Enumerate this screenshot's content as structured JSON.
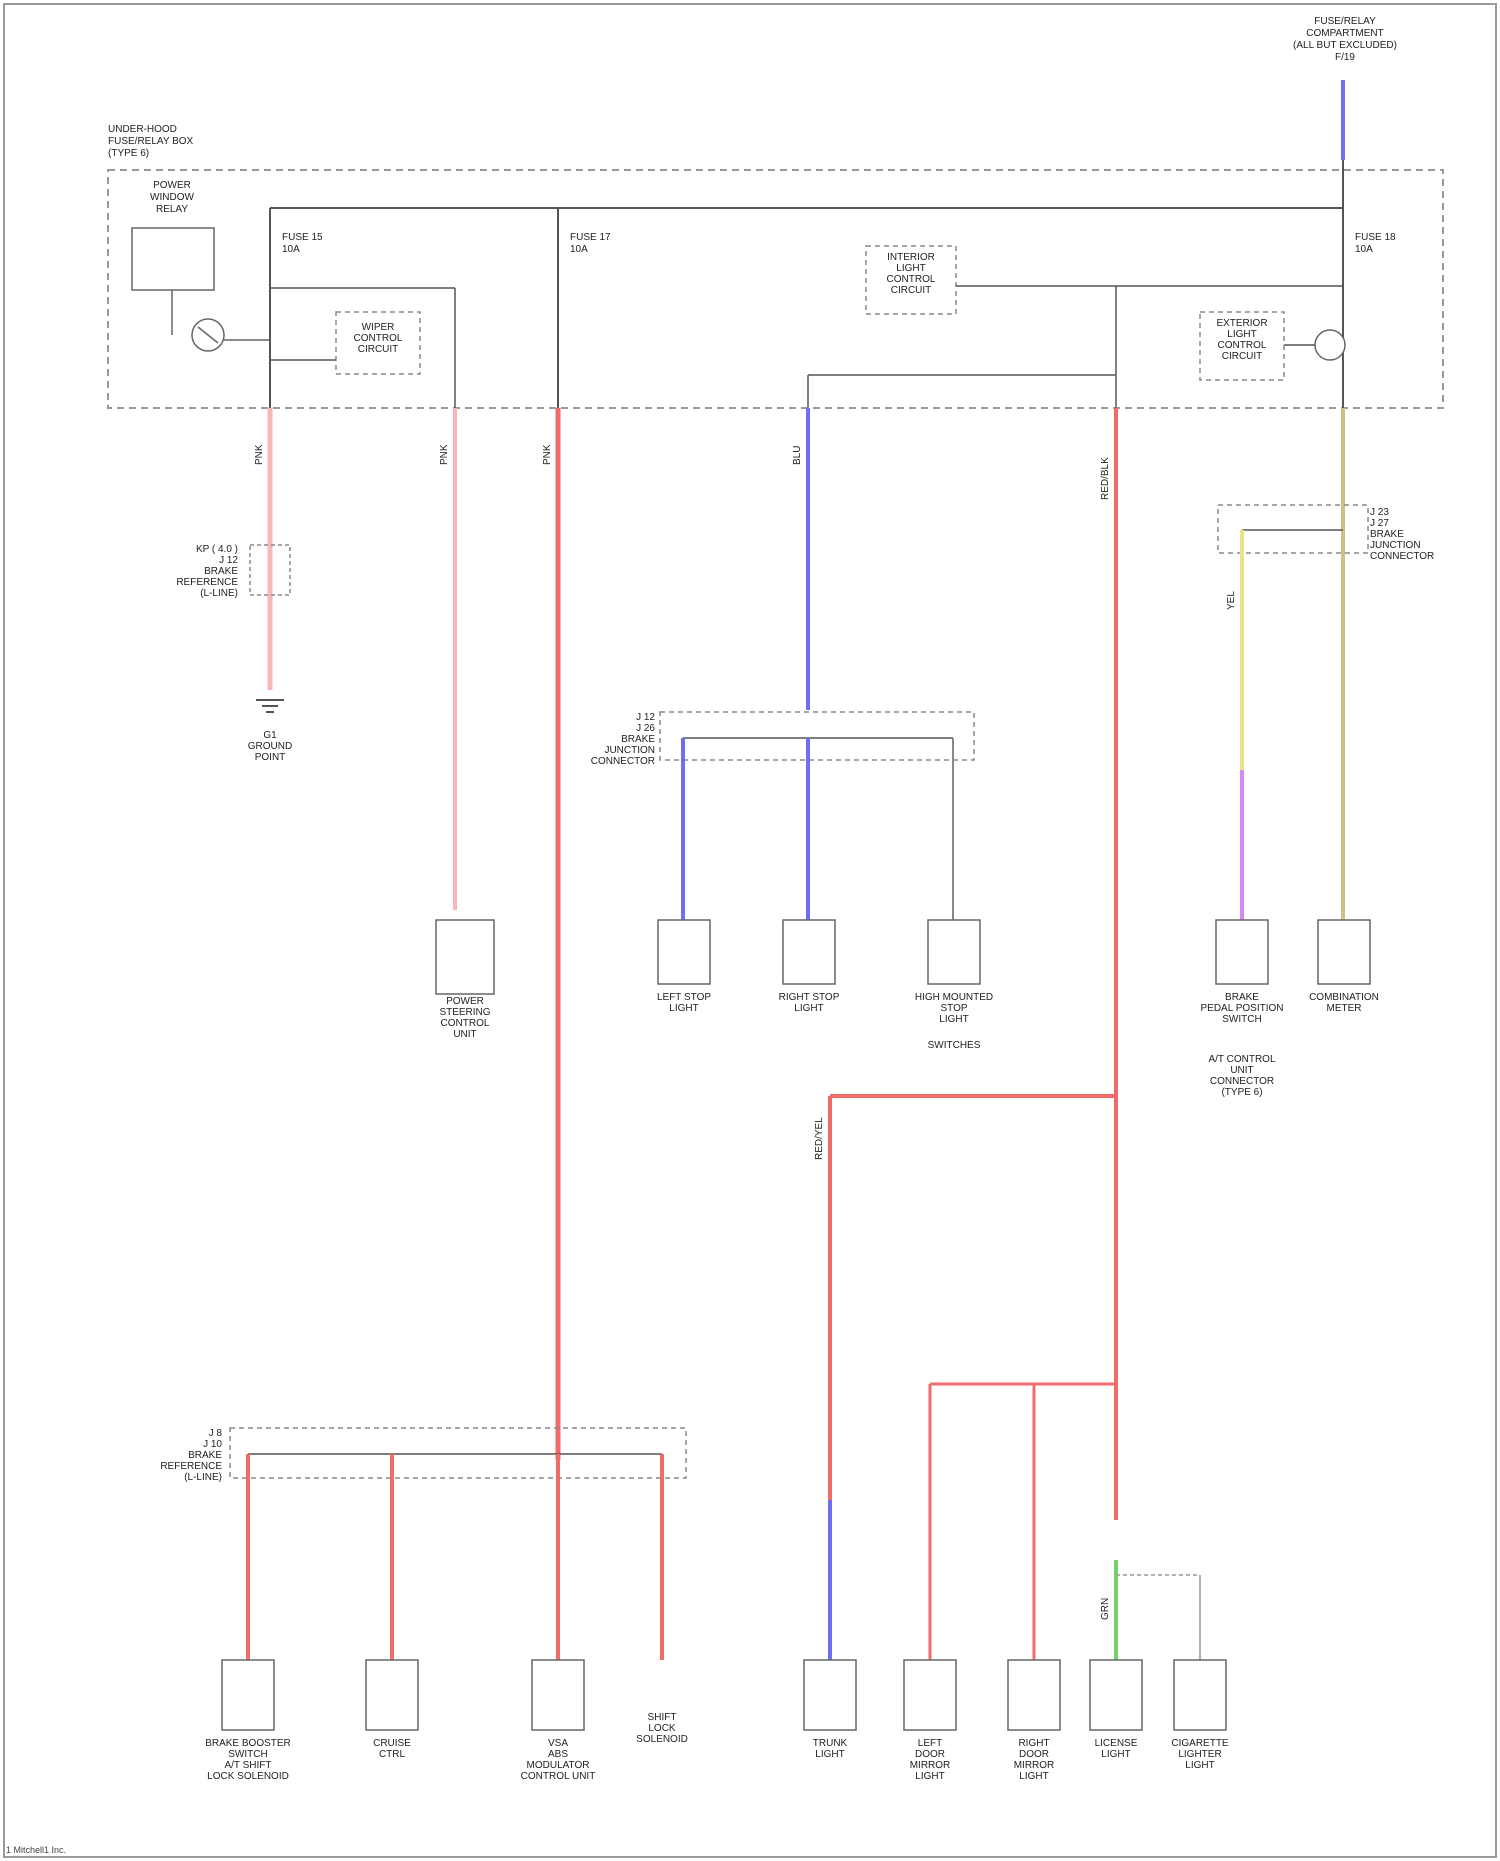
{
  "colors": {
    "background": "#ffffff",
    "frame": "#999999",
    "dashed_box": "#9a9a9a",
    "wire_default": "#555555",
    "wire_red": "#f26b6b",
    "wire_pink_light": "#f7b7b7",
    "wire_blue": "#6f6ff2",
    "wire_yellow": "#e9e48a",
    "wire_tan": "#cfc08a",
    "wire_violet": "#d888ef",
    "wire_green": "#71d36a"
  },
  "labels": {
    "top_right_source": "FUSE/RELAY\nCOMPARTMENT\n(ALL BUT EXCLUDED)\nF/19",
    "underhood_box": "UNDER-HOOD\nFUSE/RELAY BOX\n(TYPE 6)",
    "power_relay": "POWER\nWINDOW\nRELAY",
    "fuse_a": "FUSE 15\n10A",
    "fuse_b": "FUSE 17\n10A",
    "fuse_c": "FUSE 18\n10A",
    "wiper_ctrl": "WIPER\nCONTROL\nCIRCUIT",
    "interior_ctrl": "INTERIOR\nLIGHT\nCONTROL\nCIRCUIT",
    "exterior_ctrl": "EXTERIOR\nLIGHT\nCONTROL\nCIRCUIT",
    "splice_left": "KP ( 4.0 )\nJ 12\nBRAKE\nREFERENCE\n(L-LINE)",
    "ground_left": "G1\nGROUND\nPOINT",
    "splice_mid": "J 12\nJ 26\nBRAKE\nJUNCTION\nCONNECTOR",
    "splice_right": "J 23\nJ 27\nBRAKE\nJUNCTION\nCONNECTOR",
    "splice_bottom": "J 8\nJ 10\nBRAKE\nREFERENCE\n(L-LINE)",
    "load_p_steer": "POWER\nSTEERING\nCONTROL\nUNIT",
    "load_lt_stop": "LEFT STOP\nLIGHT",
    "load_rt_stop": "RIGHT STOP\nLIGHT",
    "load_hi_mount": "HIGH MOUNTED\nSTOP\nLIGHT",
    "note_switch": "SWITCHES",
    "load_brake_pedal": "BRAKE\nPEDAL POSITION\nSWITCH",
    "load_combo_meter": "COMBINATION\nMETER",
    "note_right": "A/T CONTROL\nUNIT\nCONNECTOR\n(TYPE 6)",
    "load_brake_booster": "BRAKE BOOSTER\nSWITCH\nA/T SHIFT\nLOCK SOLENOID",
    "load_cruise": "CRUISE\nCTRL",
    "load_abs": "VSA\nABS\nMODULATOR\nCONTROL UNIT",
    "load_shift_lock": "SHIFT\nLOCK\nSOLENOID",
    "load_left_mirror": "LEFT\nDOOR\nMIRROR\nLIGHT",
    "load_right_mirror": "RIGHT\nDOOR\nMIRROR\nLIGHT",
    "load_trunk": "TRUNK\nLIGHT",
    "load_license": "LICENSE\nLIGHT",
    "load_cigarette": "CIGARETTE\nLIGHTER\nLIGHT"
  },
  "wire_codes": {
    "w1": "PNK",
    "w2": "PNK",
    "w3": "PNK",
    "w4": "BLU",
    "w5": "RED/BLK",
    "w6": "YEL",
    "w7": "GRN",
    "w8": "RED/YEL"
  },
  "footer": "1 Mitchell1 Inc."
}
